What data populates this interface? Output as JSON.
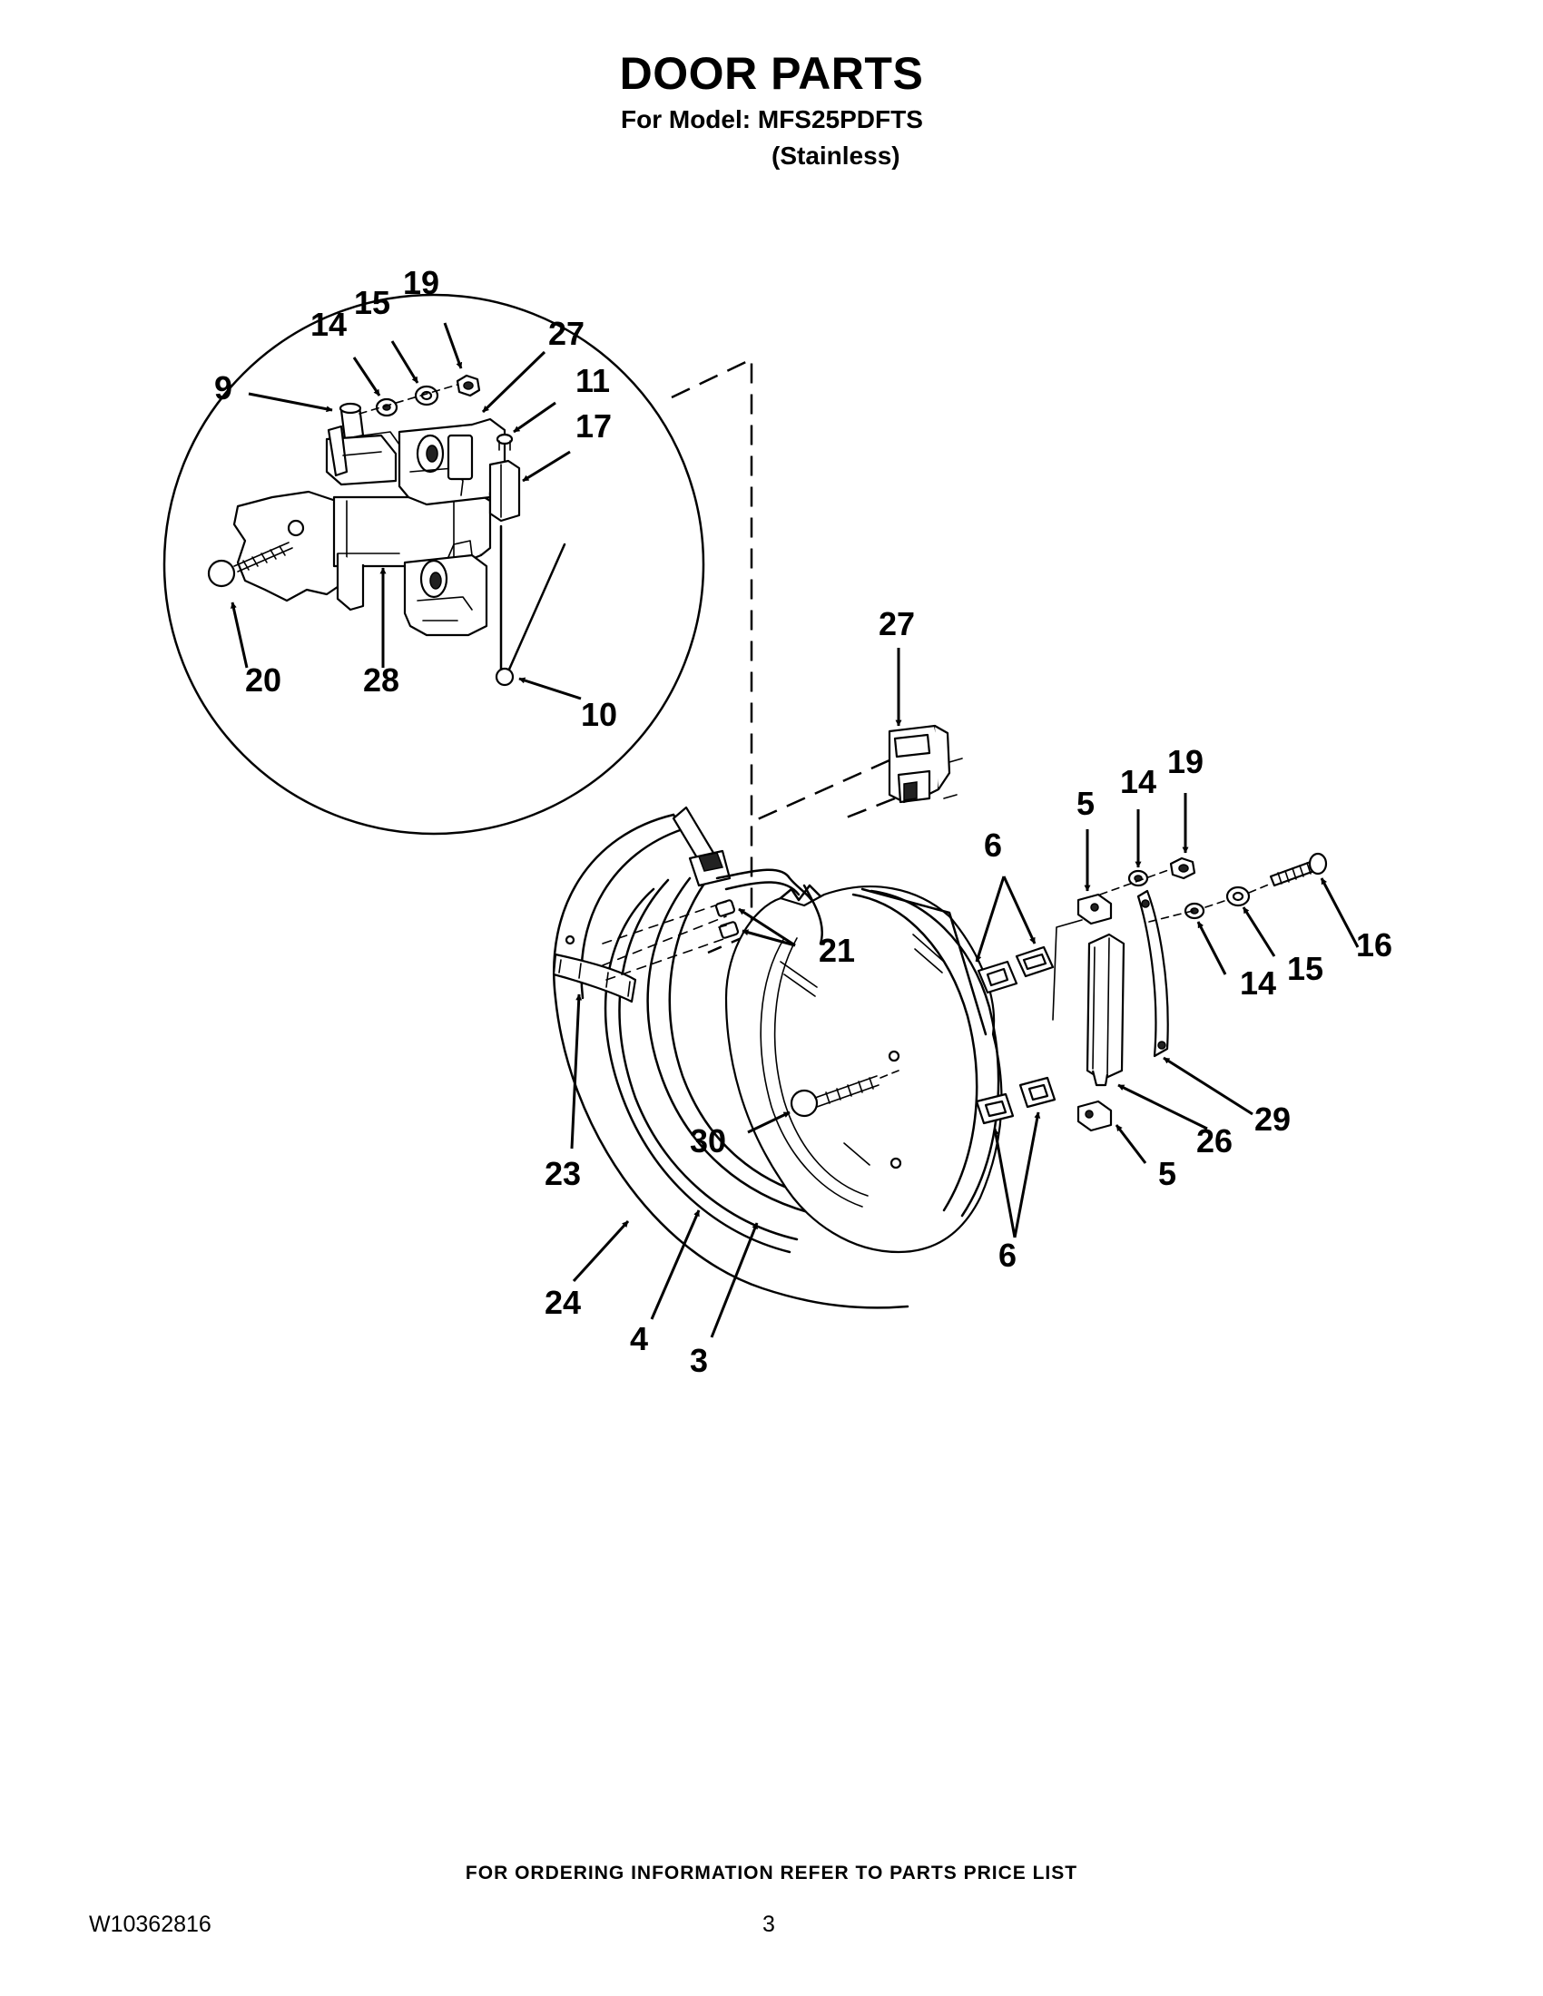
{
  "header": {
    "title": "DOOR PARTS",
    "model_line": "For Model: MFS25PDFTS",
    "variant": "(Stainless)"
  },
  "callouts": {
    "detail": [
      "19",
      "15",
      "14",
      "27",
      "9",
      "11",
      "17",
      "20",
      "28",
      "10"
    ],
    "main": [
      "27",
      "19",
      "14",
      "5",
      "6",
      "16",
      "21",
      "15",
      "14",
      "29",
      "26",
      "23",
      "30",
      "5",
      "6",
      "24",
      "4",
      "3"
    ]
  },
  "footer": {
    "note": "FOR ORDERING INFORMATION REFER TO PARTS PRICE LIST",
    "doc_number": "W10362816",
    "page_number": "3"
  }
}
